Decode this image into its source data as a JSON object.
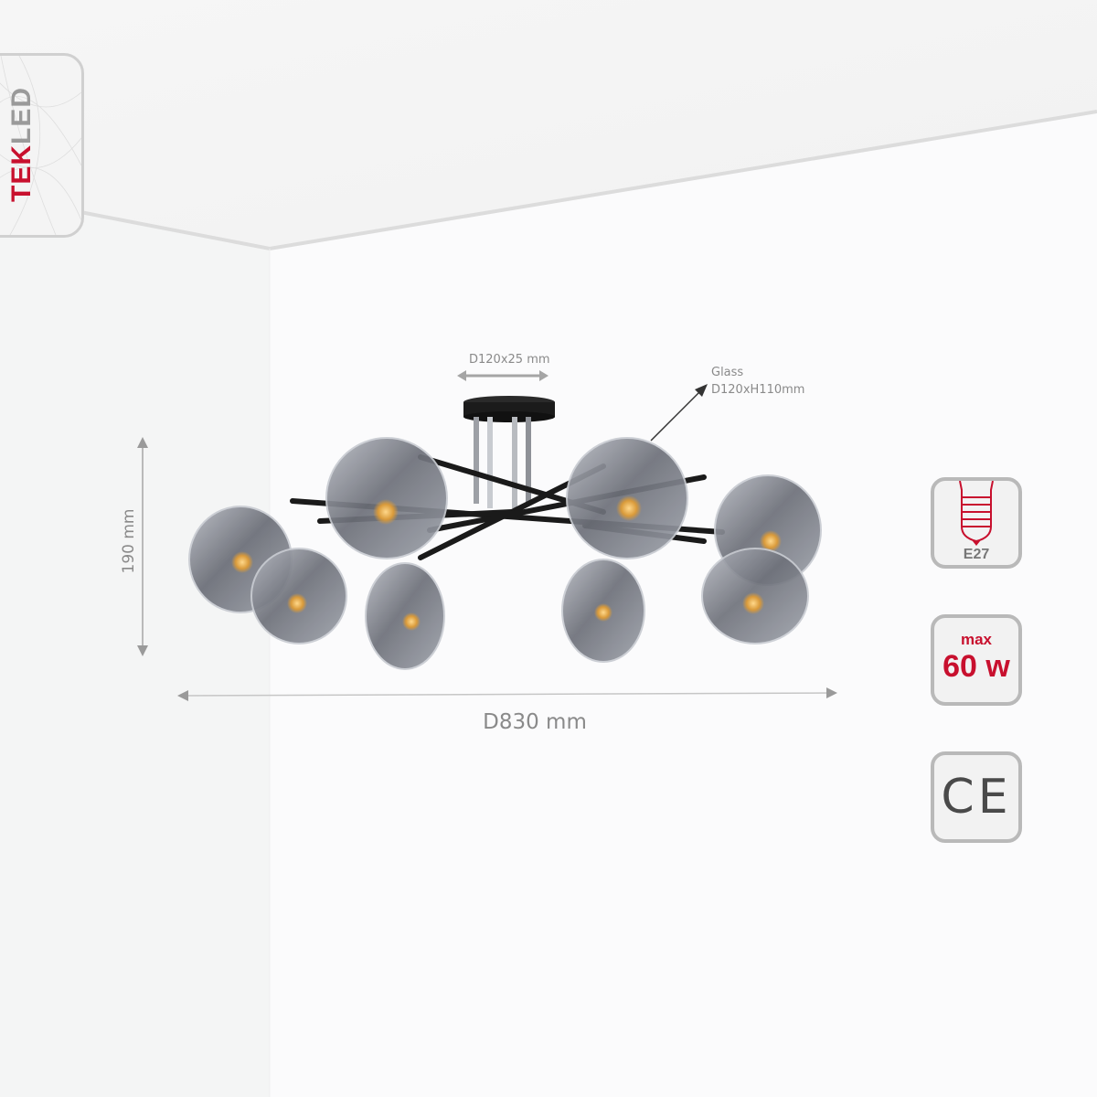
{
  "brand": {
    "logo_part1": "TEK",
    "logo_part2": "LED",
    "accent_color": "#c8102e",
    "secondary_color": "#9a9a9a"
  },
  "product": {
    "type": "8-light ceiling chandelier with smoked glass globes",
    "canopy_dimension": "D120x25 mm",
    "glass_label": "Glass",
    "glass_dimension": "D120xH110mm",
    "height_dimension": "190 mm",
    "diameter_dimension": "D830 mm",
    "lamp_count": 8
  },
  "badges": [
    {
      "name": "bulb-base",
      "icon": "e27-bulb-base-icon",
      "label": "E27"
    },
    {
      "name": "max-wattage",
      "label_top": "max",
      "label_main": "60 w"
    },
    {
      "name": "ce-mark",
      "icon": "ce-mark-icon",
      "label": "CE"
    }
  ]
}
